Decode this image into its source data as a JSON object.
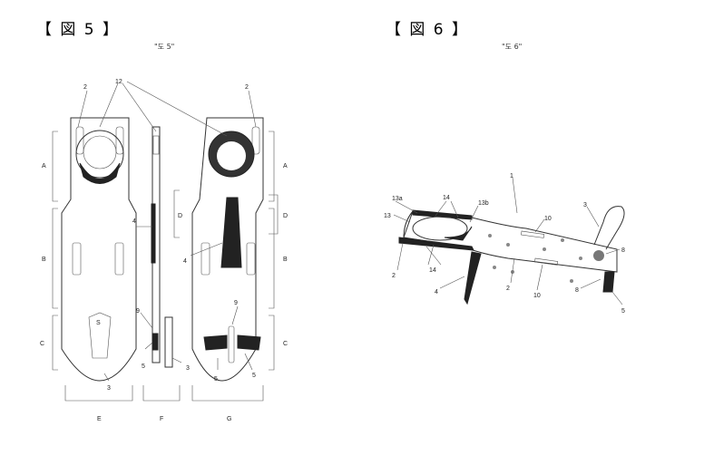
{
  "figure5": {
    "heading": "【 図 5 】",
    "caption": "\"도 5\"",
    "labels": {
      "l2a": "2",
      "l12": "12",
      "l2b": "2",
      "lA1": "A",
      "lA2": "A",
      "lD1": "D",
      "lD2": "D",
      "lB1": "B",
      "lB2": "B",
      "l4a": "4",
      "l4b": "4",
      "lC1": "C",
      "lC2": "C",
      "l9a": "9",
      "l9b": "9",
      "l3a": "3",
      "l3b": "3",
      "l5a": "5",
      "l5b": "5",
      "l5c": "5",
      "lE": "E",
      "lF": "F",
      "lG": "G",
      "lS": "S"
    }
  },
  "figure6": {
    "heading": "【 図 6 】",
    "caption": "\"도 6\"",
    "labels": {
      "l1": "1",
      "l13a": "13a",
      "l14a": "14",
      "l13b": "13b",
      "l13": "13",
      "l10a": "10",
      "l3": "3",
      "l8a": "8",
      "l2a": "2",
      "l14b": "14",
      "l4": "4",
      "l2b": "2",
      "l10b": "10",
      "l8b": "8",
      "l5": "5"
    }
  }
}
